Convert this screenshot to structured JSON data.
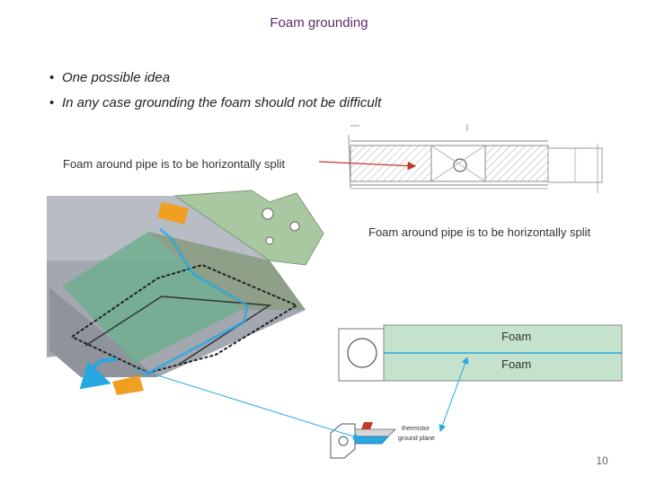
{
  "slide": {
    "title": "Foam grounding",
    "bullets": [
      "One possible idea",
      "In any case grounding the foam should not be difficult"
    ],
    "page_number": "10"
  },
  "figures": {
    "foam_split_label_left": "Foam around pipe is to be horizontally split",
    "foam_split_label_right": "Foam around pipe is to be horizontally split",
    "foam_top": "Foam",
    "foam_bottom": "Foam",
    "thermistor_label_1": "thermistor",
    "thermistor_label_2": "ground plane"
  },
  "colors": {
    "title": "#5b2c6f",
    "foam_fill": "#c5e3cc",
    "arrow_red": "#c0392b",
    "cable_blue": "#27a8e0",
    "bracket_green": "#a9c7a0",
    "connector_orange": "#f0a020"
  }
}
